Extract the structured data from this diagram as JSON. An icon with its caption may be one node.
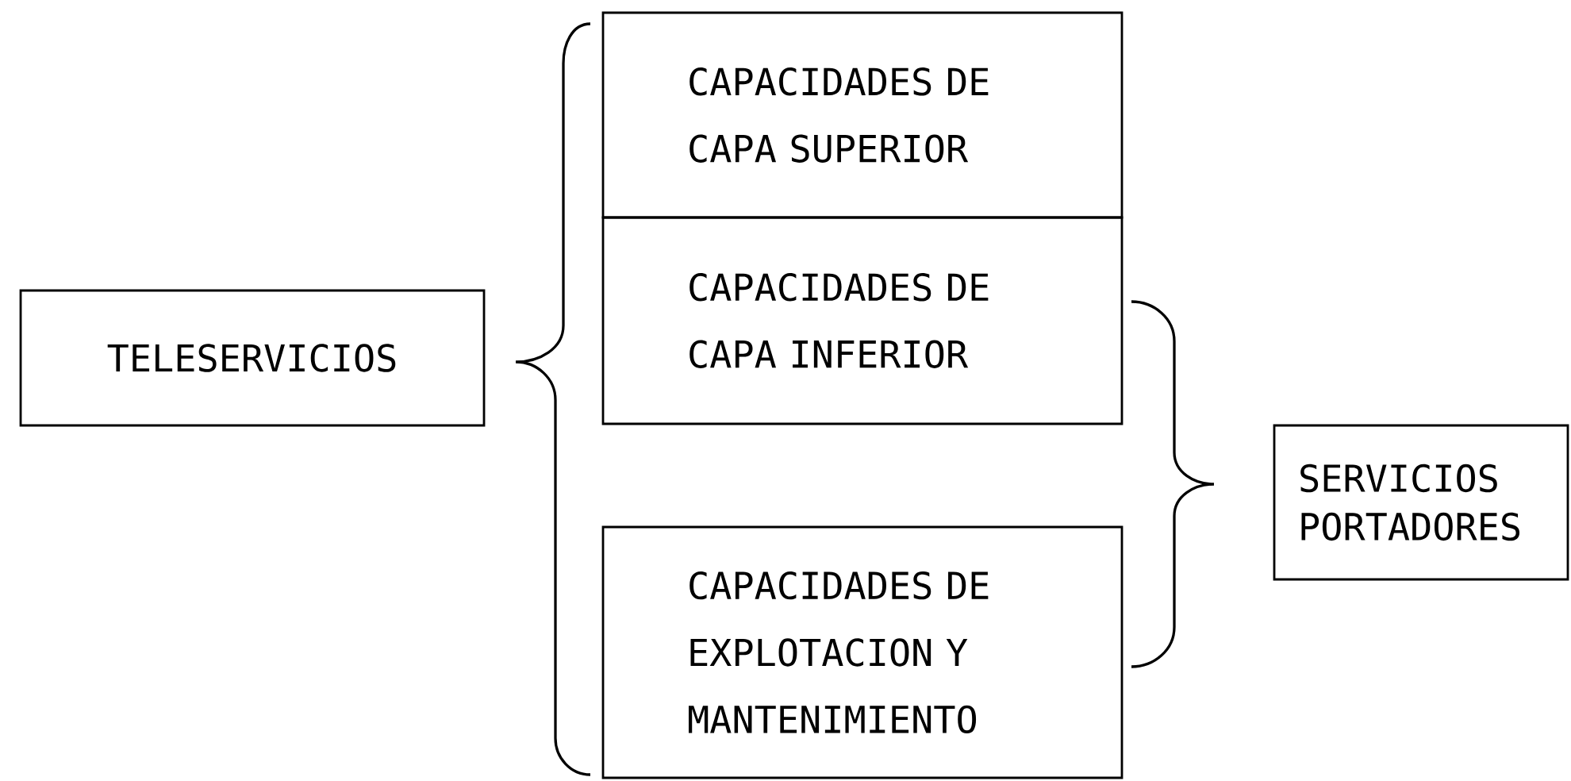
{
  "diagram": {
    "nodes": [
      {
        "text": [
          "TELESERVICIOS"
        ]
      },
      {
        "text": [
          "CAPACIDADES DE CAPA SUPERIOR"
        ]
      },
      {
        "text": [
          "CAPACIDADES DE CAPA INFERIOR"
        ]
      },
      {
        "text": [
          "CAPACIDADES DE EXPLOTACION Y MANTENIMIENTO"
        ]
      },
      {
        "text": [
          "SERVICIOS PORTADORES"
        ]
      }
    ]
  }
}
